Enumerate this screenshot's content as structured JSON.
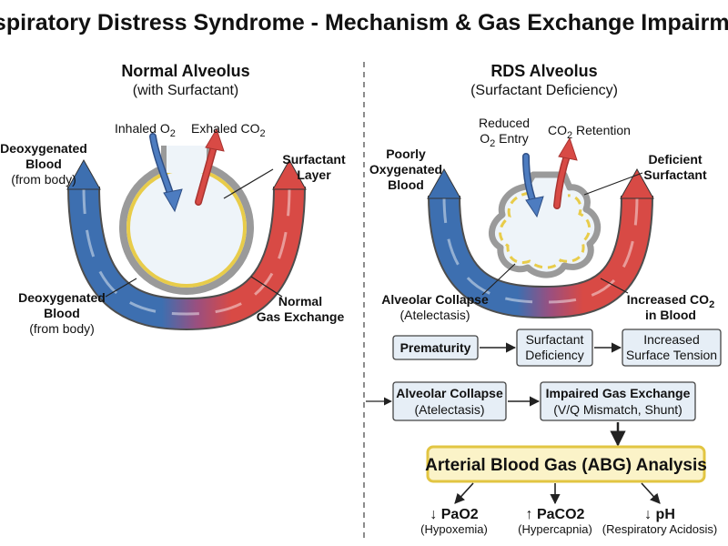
{
  "title": "Respiratory Distress Syndrome - Mechanism & Gas Exchange Impairment",
  "colors": {
    "deoxygenated": "#3d6fb0",
    "oxygenated": "#d84a45",
    "surfactant": "#e8cc4a",
    "box_fill": "#e6eef6",
    "abg_fill": "#fbf3c8"
  },
  "normal": {
    "title": "Normal Alveolus",
    "subtitle": "(with Surfactant)",
    "inhaled_label": "Inhaled O",
    "inhaled_sub": "2",
    "exhaled_label": "Exhaled CO",
    "exhaled_sub": "2",
    "deoxy_top": [
      "Deoxygenated",
      "Blood"
    ],
    "deoxy_top_note": "(from body)",
    "surfactant_label": [
      "Surfactant",
      "Layer"
    ],
    "deoxy_bottom": [
      "Deoxygenated",
      "Blood"
    ],
    "deoxy_bottom_note": "(from body)",
    "gas_exchange_label": [
      "Normal",
      "Gas Exchange"
    ]
  },
  "rds": {
    "title": "RDS Alveolus",
    "subtitle": "(Surfactant Deficiency)",
    "reduced_line1": "Reduced",
    "reduced_line2_a": "O",
    "reduced_line2_sub": "2",
    "reduced_line2_b": " Entry",
    "co2_a": "CO",
    "co2_sub": "2",
    "co2_b": " Retention",
    "poorly": [
      "Poorly",
      "Oxygenated",
      "Blood"
    ],
    "deficient": [
      "Deficient",
      "Surfactant"
    ],
    "collapse_label": "Alveolar Collapse",
    "collapse_note": "(Atelectasis)",
    "increased_a": "Increased CO",
    "increased_sub": "2",
    "increased_line2": "in Blood"
  },
  "flow": {
    "prematurity": "Prematurity",
    "surfactant_def": [
      "Surfactant",
      "Deficiency"
    ],
    "surface_tension": [
      "Increased",
      "Surface Tension"
    ],
    "collapse": "Alveolar Collapse",
    "collapse_note": "(Atelectasis)",
    "impaired": "Impaired Gas Exchange",
    "impaired_note": "(V/Q Mismatch, Shunt)",
    "abg": "Arterial Blood Gas (ABG) Analysis",
    "results": [
      {
        "label": "↓ PaO2",
        "note": "(Hypoxemia)"
      },
      {
        "label": "↑ PaCO2",
        "note": "(Hypercapnia)"
      },
      {
        "label": "↓ pH",
        "note": "(Respiratory Acidosis)"
      }
    ]
  }
}
